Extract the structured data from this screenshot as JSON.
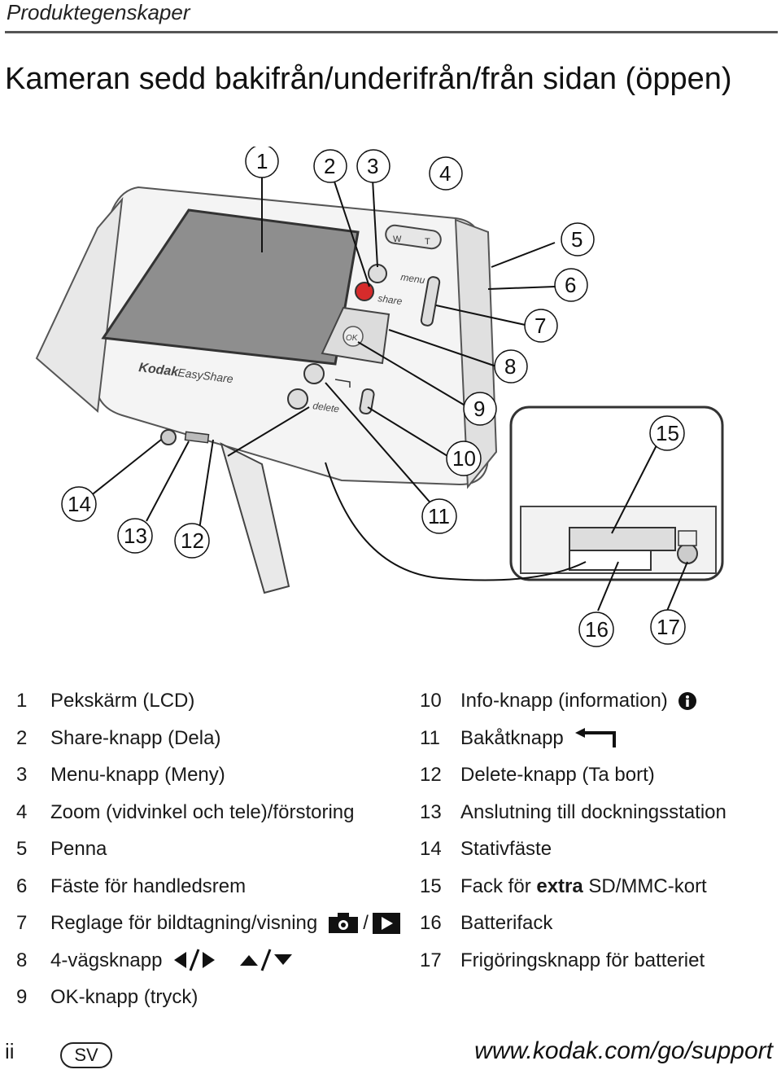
{
  "header": {
    "section": "Produktegenskaper"
  },
  "title": "Kameran sedd bakifrån/underifrån/från sidan (öppen)",
  "camera": {
    "brand": "Kodak",
    "model": "EasyShare",
    "zoom_w": "W",
    "zoom_t": "T",
    "menu_label": "menu",
    "share_label": "share",
    "ok_label": "OK",
    "delete_label": "delete"
  },
  "callouts": [
    "1",
    "2",
    "3",
    "4",
    "5",
    "6",
    "7",
    "8",
    "9",
    "10",
    "11",
    "12",
    "13",
    "14",
    "15",
    "16",
    "17"
  ],
  "legend_left": [
    {
      "num": "1",
      "label": "Pekskärm (LCD)"
    },
    {
      "num": "2",
      "label": "Share-knapp (Dela)"
    },
    {
      "num": "3",
      "label": "Menu-knapp (Meny)"
    },
    {
      "num": "4",
      "label": "Zoom (vidvinkel och tele)/förstoring"
    },
    {
      "num": "5",
      "label": "Penna"
    },
    {
      "num": "6",
      "label": "Fäste för handledsrem"
    },
    {
      "num": "7",
      "label": "Reglage för bildtagning/visning"
    },
    {
      "num": "8",
      "label": "4-vägsknapp"
    },
    {
      "num": "9",
      "label": "OK-knapp (tryck)"
    }
  ],
  "legend_right": [
    {
      "num": "10",
      "label": "Info-knapp (information)"
    },
    {
      "num": "11",
      "label": "Bakåtknapp"
    },
    {
      "num": "12",
      "label": "Delete-knapp (Ta bort)"
    },
    {
      "num": "13",
      "label": "Anslutning till dockningsstation"
    },
    {
      "num": "14",
      "label": "Stativfäste"
    },
    {
      "num": "15",
      "label_pre": "Fack för ",
      "label_bold": "extra",
      "label_post": " SD/MMC-kort"
    },
    {
      "num": "16",
      "label": "Batterifack"
    },
    {
      "num": "17",
      "label": "Frigöringsknapp för batteriet"
    }
  ],
  "mode_separator": "/",
  "icons": [
    "camera-icon",
    "play-icon",
    "left-arrow-icon",
    "right-arrow-icon",
    "up-arrow-icon",
    "down-arrow-icon",
    "info-icon",
    "back-arrow-icon"
  ],
  "footer": {
    "page": "ii",
    "lang": "SV",
    "url": "www.kodak.com/go/support"
  }
}
